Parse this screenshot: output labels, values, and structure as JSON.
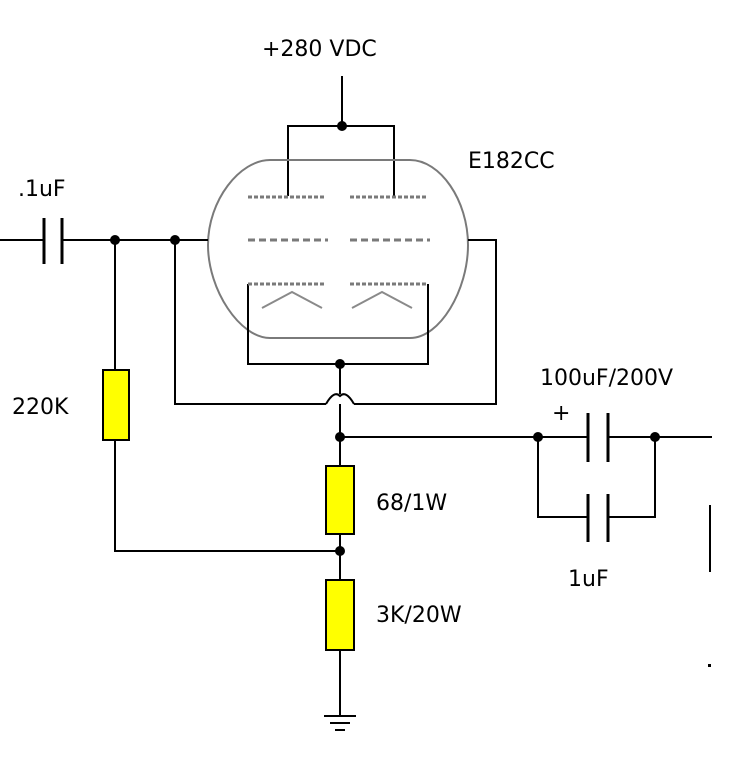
{
  "labels": {
    "supply": "+280 VDC",
    "tube": "E182CC",
    "input_cap": ".1uF",
    "grid_resistor": "220K",
    "output_cap_main": "100uF/200V",
    "polarity": "+",
    "cathode_resistor_1": "68/1W",
    "cathode_resistor_2": "3K/20W",
    "output_cap_bypass": "1uF"
  },
  "colors": {
    "resistor_fill": "#ffff00",
    "wire": "#000000",
    "tube_outline": "#7a7a7a",
    "background": "#ffffff"
  },
  "icons": {
    "ground": "ground-symbol-icon"
  }
}
